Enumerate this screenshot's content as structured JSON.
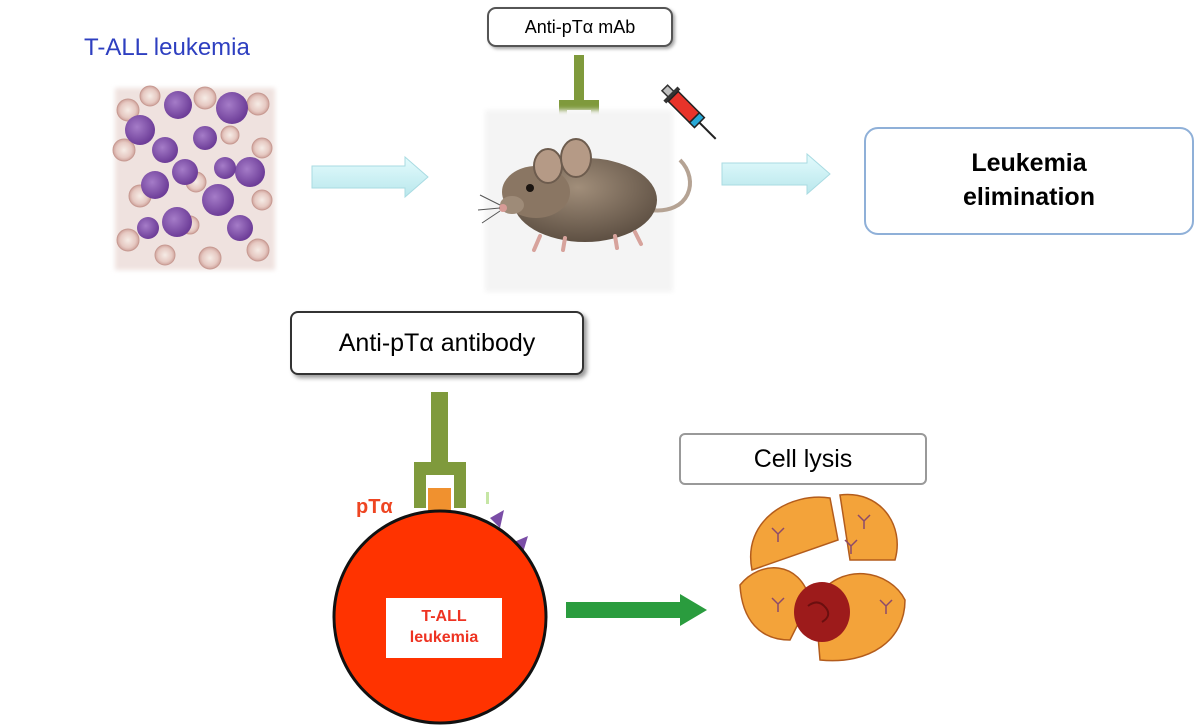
{
  "top_row": {
    "tall_label": "T-ALL leukemia",
    "mab_label": "Anti-pTα mAb",
    "result_line1": "Leukemia",
    "result_line2": "elimination"
  },
  "bottom_row": {
    "antibody_label": "Anti-pTα antibody",
    "receptor_label": "pTα",
    "cell_line1": "T-ALL",
    "cell_line2": "leukemia",
    "lysis_label": "Cell lysis"
  },
  "colors": {
    "antibody": "#7f9a3c",
    "arrow_light": "#c9f0f2",
    "arrow_green": "#2a9c3e",
    "cell": "#ff3300",
    "lysis_orange": "#f3a33a",
    "blast_purple": "#8a55b0"
  },
  "icons": [
    "blood-smear-image",
    "mouse-image",
    "syringe-icon",
    "antibody-icon",
    "lysed-cell-image"
  ]
}
